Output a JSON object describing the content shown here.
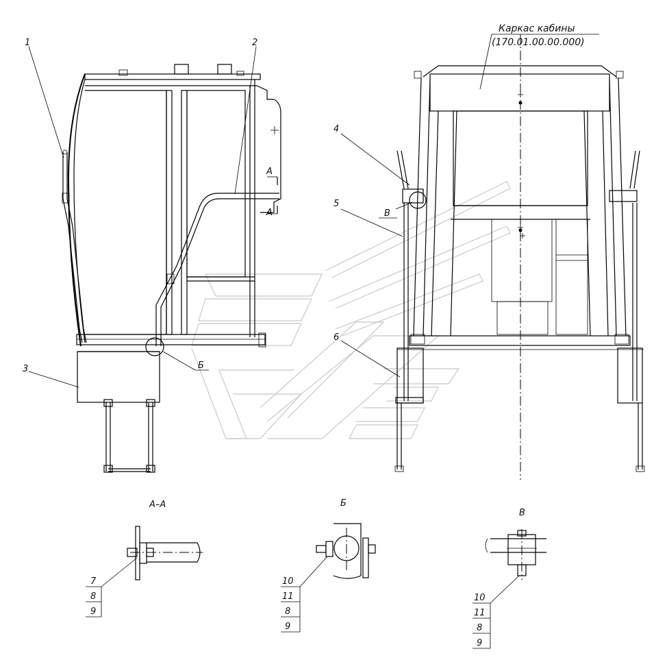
{
  "title_ref": {
    "name": "Каркас кабины",
    "code": "(170.01.00.00.000)"
  },
  "callouts": {
    "c1": "1",
    "c2": "2",
    "c3": "3",
    "c4": "4",
    "c5": "5",
    "c6": "6"
  },
  "section_marks": {
    "a_top": "А",
    "a_bottom": "А",
    "b": "Б",
    "v": "В"
  },
  "detail_titles": {
    "aa": "А–А",
    "b": "Б",
    "v": "В"
  },
  "detail_aa_parts": [
    "7",
    "8",
    "9"
  ],
  "detail_b_parts": [
    "10",
    "11",
    "8",
    "9"
  ],
  "detail_v_parts": [
    "10",
    "11",
    "8",
    "9"
  ]
}
